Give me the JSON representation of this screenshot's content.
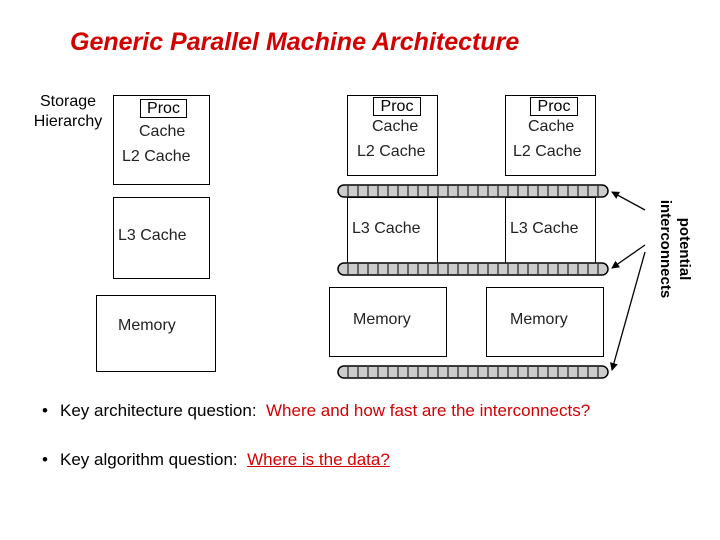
{
  "title": "Generic Parallel Machine Architecture",
  "storage_hierarchy": [
    "Storage",
    "Hierarchy"
  ],
  "nodes": [
    {
      "proc": "Proc",
      "cache": "Cache",
      "l2": "L2 Cache",
      "l3": "L3 Cache",
      "memory": "Memory"
    },
    {
      "proc": "Proc",
      "cache": "Cache",
      "l2": "L2 Cache",
      "l3": "L3 Cache",
      "memory": "Memory"
    },
    {
      "proc": "Proc",
      "cache": "Cache",
      "l2": "L2 Cache",
      "l3": "L3 Cache",
      "memory": "Memory"
    }
  ],
  "side_label": [
    "potential",
    "interconnects"
  ],
  "bullets": [
    {
      "prefix": "Key architecture question:",
      "highlight": "Where and how fast are the interconnects?"
    },
    {
      "prefix": "Key algorithm question:",
      "highlight": "Where is the data?"
    }
  ],
  "colors": {
    "title": "#d40000",
    "highlight": "#d40000",
    "bus_fill": "#cccccc"
  }
}
